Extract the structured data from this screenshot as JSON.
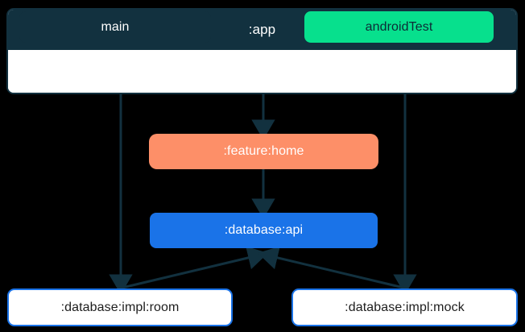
{
  "diagram": {
    "title": ":app",
    "type": "module-dependency-graph",
    "background_color": "#000000",
    "colors": {
      "app_header": "#12313f",
      "app_body": "#ffffff",
      "app_border": "#12313f",
      "main": "#12313f",
      "androidTest": "#07e08d",
      "feature_home": "#fd8f68",
      "database_api": "#1a73e8",
      "impl_border": "#1a73e8",
      "impl_fill": "#ffffff",
      "edge": "#12313f"
    },
    "container": {
      "label": ":app",
      "source_sets": [
        {
          "id": "main",
          "label": "main",
          "fill": "#12313f",
          "text_color": "#ffffff"
        },
        {
          "id": "androidTest",
          "label": "androidTest",
          "fill": "#07e08d",
          "text_color": "#0d2b36"
        }
      ]
    },
    "nodes": [
      {
        "id": "feature-home",
        "label": ":feature:home",
        "fill": "#fd8f68",
        "text_color": "#ffffff"
      },
      {
        "id": "database-api",
        "label": ":database:api",
        "fill": "#1a73e8",
        "text_color": "#ffffff"
      },
      {
        "id": "database-impl-room",
        "label": ":database:impl:room",
        "fill": "#ffffff",
        "text_color": "#1d1d1d"
      },
      {
        "id": "database-impl-mock",
        "label": ":database:impl:mock",
        "fill": "#ffffff",
        "text_color": "#1d1d1d"
      }
    ],
    "edges": [
      {
        "from": "main",
        "to": "database-impl-room"
      },
      {
        "from": ":app",
        "to": "feature-home"
      },
      {
        "from": "androidTest",
        "to": "database-impl-mock"
      },
      {
        "from": "feature-home",
        "to": "database-api"
      },
      {
        "from": "database-impl-room",
        "to": "database-api"
      },
      {
        "from": "database-impl-mock",
        "to": "database-api"
      }
    ]
  }
}
